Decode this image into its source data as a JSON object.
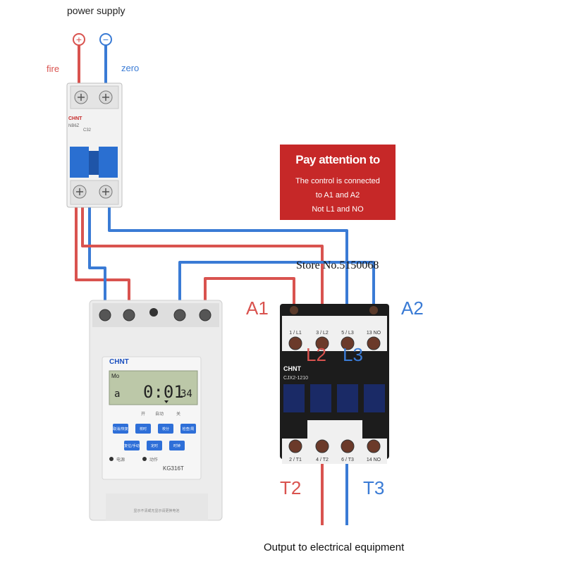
{
  "power_supply": {
    "title": "power supply",
    "plus_symbol": "+",
    "minus_symbol": "−",
    "fire_label": "fire",
    "zero_label": "zero"
  },
  "breaker": {
    "brand": "CHNT",
    "model": "NB6Z",
    "rating": "C32"
  },
  "note": {
    "title": "Pay attention to",
    "line1": "The control is connected",
    "line2": "to A1 and A2",
    "line3": "Not L1 and NO"
  },
  "store_label": "Store No.5150068",
  "timer": {
    "brand": "CHNT",
    "lcd_day": "Mo",
    "lcd_left": "a",
    "lcd_time": "0:01",
    "lcd_seconds": "34",
    "status_open": "开",
    "status_auto": "自动",
    "status_close": "关",
    "buttons": [
      "取消/恢复",
      "校时",
      "校分",
      "检查/周",
      "复位/手动",
      "定时",
      "时钟"
    ],
    "led_power": "电源",
    "led_action": "动作",
    "model": "KG316T",
    "footer": "显示不清或无显示请更换电池"
  },
  "contactor": {
    "brand": "CHNT",
    "model": "CJX2-1210",
    "top_terminals": [
      "1 / L1",
      "3 / L2",
      "5 / L3",
      "13 NO"
    ],
    "bottom_terminals": [
      "2 / T1",
      "4 / T2",
      "6 / T3",
      "14 NO"
    ]
  },
  "labels": {
    "a1": "A1",
    "a2": "A2",
    "l2": "L2",
    "l3": "L3",
    "t2": "T2",
    "t3": "T3"
  },
  "output_label": "Output to electrical equipment",
  "colors": {
    "fire": "#d9534f",
    "zero": "#3a7bd5",
    "note_bg": "#c62828",
    "breaker_blue": "#2a6fd1",
    "lcd": "#bcc8a8",
    "timer_button": "#2e6fd8",
    "contactor_dark": "#1c1c1c"
  }
}
